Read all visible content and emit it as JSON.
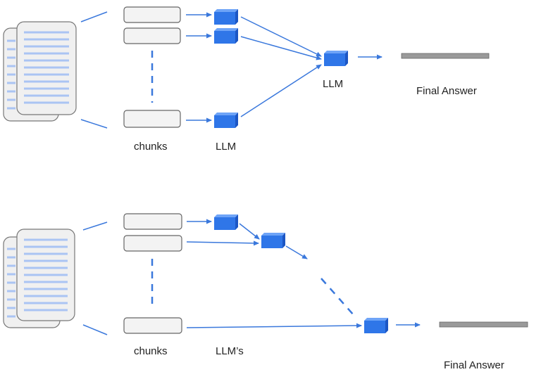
{
  "colors": {
    "cube_front": "#2f76e8",
    "cube_top": "#6ea4f7",
    "cube_side": "#1c56c4",
    "arrow": "#3a78dc",
    "doc_fill": "#f0f0f0",
    "doc_line": "#aac4f3",
    "chunk_fill": "#f3f3f3",
    "answer_bar": "#9a9a9a"
  },
  "top_diagram": {
    "chunks_label": "chunks",
    "llm_row_label": "LLM",
    "llm_center_label": "LLM",
    "final_answer_label": "Final Answer"
  },
  "bottom_diagram": {
    "chunks_label": "chunks",
    "llm_label": "LLM’s",
    "final_answer_label": "Final Answer"
  }
}
